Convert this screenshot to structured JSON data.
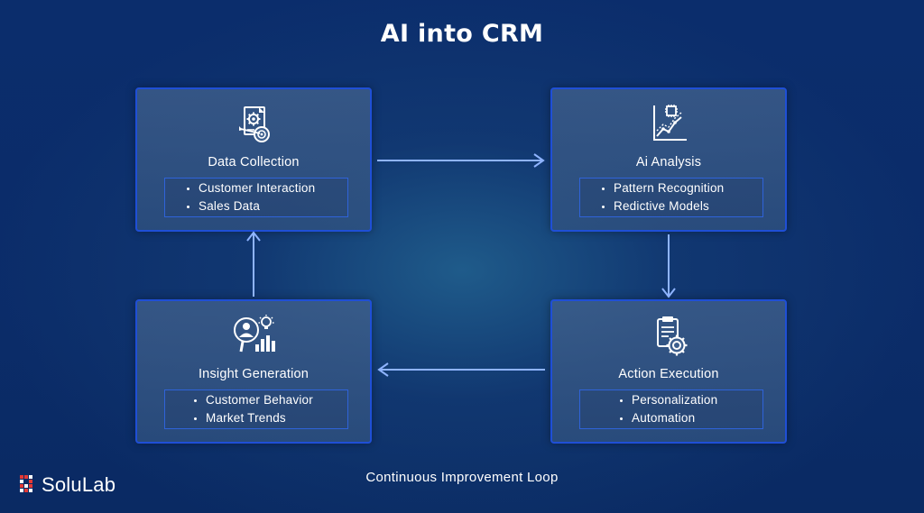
{
  "title": "AI into CRM",
  "cards": {
    "data_collection": {
      "title": "Data Collection",
      "icon": "document-target-gear-icon",
      "items": [
        "Customer Interaction",
        "Sales Data"
      ]
    },
    "ai_analysis": {
      "title": "Ai Analysis",
      "icon": "chip-line-chart-icon",
      "items": [
        "Pattern Recognition",
        "Redictive Models"
      ]
    },
    "action_execution": {
      "title": "Action Execution",
      "icon": "clipboard-gear-icon",
      "items": [
        "Personalization",
        "Automation"
      ]
    },
    "insight_generation": {
      "title": "Insight Generation",
      "icon": "person-lightbulb-bars-icon",
      "items": [
        "Customer Behavior",
        "Market Trends"
      ]
    }
  },
  "footer": "Continuous Improvement Loop",
  "logo": {
    "text": "SoluLab",
    "accent": "#e53935"
  },
  "colors": {
    "background": "#0b2d6c",
    "card_border": "#1f4fd6",
    "arrow": "#8fb4ff"
  }
}
